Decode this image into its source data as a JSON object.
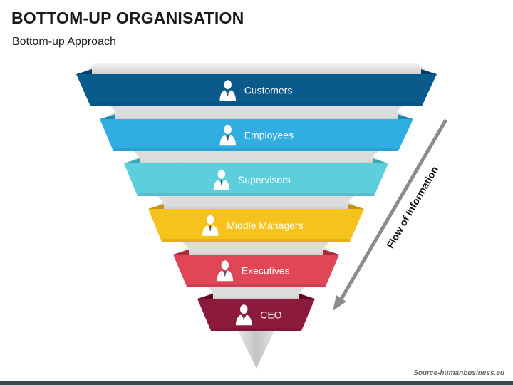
{
  "header": {
    "title": "BOTTOM-UP ORGANISATION",
    "subtitle": "Bottom-up Approach"
  },
  "funnel": {
    "levels": [
      {
        "label": "Customers",
        "icon": "person-icon",
        "color": "#0a5a8c",
        "fold_color": "#063f63"
      },
      {
        "label": "Employees",
        "icon": "person-icon",
        "color": "#30aee2",
        "fold_color": "#1f86b5"
      },
      {
        "label": "Supervisors",
        "icon": "person-icon",
        "color": "#5dcfdc",
        "fold_color": "#3ba9b6"
      },
      {
        "label": "Middle Managers",
        "icon": "person-icon",
        "color": "#f6c31c",
        "fold_color": "#c4960a"
      },
      {
        "label": "Executives",
        "icon": "person-icon",
        "color": "#e04656",
        "fold_color": "#a82c3a"
      },
      {
        "label": "CEO",
        "icon": "person-icon",
        "color": "#8b1a3c",
        "fold_color": "#5e0f27"
      }
    ],
    "connector_color": "#dcdcdc"
  },
  "flow": {
    "label": "Flow of Information",
    "arrow_color": "#8c8c8c",
    "icon": "arrow-down-left-icon"
  },
  "footer": {
    "source": "Source-humanbusiness.eu"
  }
}
